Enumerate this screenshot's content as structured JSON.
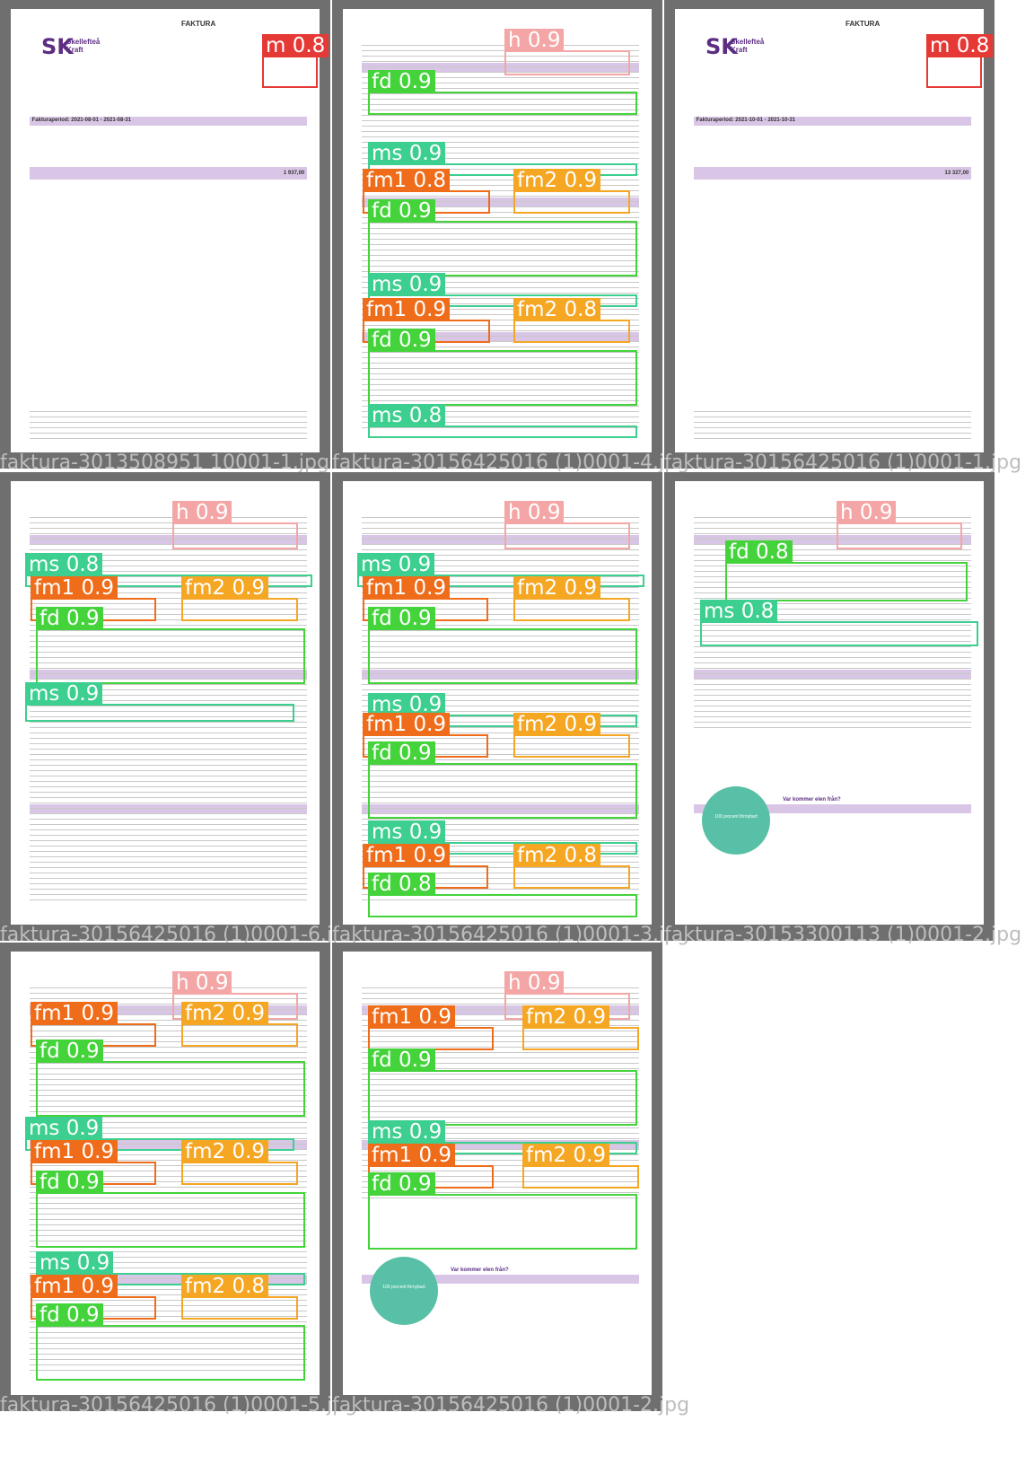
{
  "panels": [
    {
      "filename": "faktura-3013508951 10001-1.jpg",
      "type": "cover",
      "labels": [
        {
          "cls": "m",
          "text": "m 0.8"
        }
      ],
      "heading": "FAKTURA",
      "logo_text": "Skellefteå Kraft",
      "period": "Fakturaperiod: 2021-08-01 - 2021-08-31",
      "totals": "1 937,00"
    },
    {
      "filename": "faktura-30156425016 (1)0001-4.jpg",
      "type": "detail",
      "labels": [
        {
          "cls": "h",
          "text": "h 0.9"
        },
        {
          "cls": "fd",
          "text": "fd 0.9"
        },
        {
          "cls": "ms",
          "text": "ms 0.9"
        },
        {
          "cls": "fm1",
          "text": "fm1 0.8"
        },
        {
          "cls": "fm2",
          "text": "fm2 0.9"
        },
        {
          "cls": "fd",
          "text": "fd 0.9"
        },
        {
          "cls": "ms",
          "text": "ms 0.9"
        },
        {
          "cls": "fm1",
          "text": "fm1 0.9"
        },
        {
          "cls": "fm2",
          "text": "fm2 0.8"
        },
        {
          "cls": "fd",
          "text": "fd 0.9"
        },
        {
          "cls": "ms",
          "text": "ms 0.8"
        }
      ]
    },
    {
      "filename": "faktura-30156425016 (1)0001-1.jpg",
      "type": "cover",
      "labels": [
        {
          "cls": "m",
          "text": "m 0.8"
        }
      ],
      "heading": "FAKTURA",
      "logo_text": "Skellefteå Kraft",
      "period": "Fakturaperiod: 2021-10-01 - 2021-10-31",
      "totals": "13 327,00"
    },
    {
      "filename": "faktura-30156425016 (1)0001-6.jpg",
      "type": "detail",
      "labels": [
        {
          "cls": "h",
          "text": "h 0.9"
        },
        {
          "cls": "ms",
          "text": "ms 0.8"
        },
        {
          "cls": "fm1",
          "text": "fm1 0.9"
        },
        {
          "cls": "fm2",
          "text": "fm2 0.9"
        },
        {
          "cls": "fd",
          "text": "fd 0.9"
        },
        {
          "cls": "ms",
          "text": "ms 0.9"
        }
      ]
    },
    {
      "filename": "faktura-30156425016 (1)0001-3.jpg",
      "type": "detail",
      "labels": [
        {
          "cls": "h",
          "text": "h 0.9"
        },
        {
          "cls": "ms",
          "text": "ms 0.9"
        },
        {
          "cls": "fm1",
          "text": "fm1 0.9"
        },
        {
          "cls": "fm2",
          "text": "fm2 0.9"
        },
        {
          "cls": "fd",
          "text": "fd 0.9"
        },
        {
          "cls": "ms",
          "text": "ms 0.9"
        },
        {
          "cls": "fm1",
          "text": "fm1 0.9"
        },
        {
          "cls": "fm2",
          "text": "fm2 0.9"
        },
        {
          "cls": "fd",
          "text": "fd 0.9"
        },
        {
          "cls": "ms",
          "text": "ms 0.9"
        },
        {
          "cls": "fm1",
          "text": "fm1 0.9"
        },
        {
          "cls": "fm2",
          "text": "fm2 0.8"
        },
        {
          "cls": "fd",
          "text": "fd 0.8"
        }
      ]
    },
    {
      "filename": "faktura-30153300113 (1)0001-2.jpg",
      "type": "final",
      "labels": [
        {
          "cls": "h",
          "text": "h 0.9"
        },
        {
          "cls": "fd",
          "text": "fd 0.8"
        },
        {
          "cls": "ms",
          "text": "ms 0.8"
        }
      ],
      "circle_text": "100 procent förnybart",
      "info_title": "Var kommer elen från?"
    },
    {
      "filename": "faktura-30156425016 (1)0001-5.jpg",
      "type": "detail",
      "labels": [
        {
          "cls": "h",
          "text": "h 0.9"
        },
        {
          "cls": "fm1",
          "text": "fm1 0.9"
        },
        {
          "cls": "fm2",
          "text": "fm2 0.9"
        },
        {
          "cls": "fd",
          "text": "fd 0.9"
        },
        {
          "cls": "ms",
          "text": "ms 0.9"
        },
        {
          "cls": "fm1",
          "text": "fm1 0.9"
        },
        {
          "cls": "fm2",
          "text": "fm2 0.9"
        },
        {
          "cls": "fd",
          "text": "fd 0.9"
        },
        {
          "cls": "ms",
          "text": "ms 0.9"
        },
        {
          "cls": "fm1",
          "text": "fm1 0.9"
        },
        {
          "cls": "fm2",
          "text": "fm2 0.8"
        },
        {
          "cls": "fd",
          "text": "fd 0.9"
        }
      ]
    },
    {
      "filename": "faktura-30156425016 (1)0001-2.jpg",
      "type": "final",
      "labels": [
        {
          "cls": "h",
          "text": "h 0.9"
        },
        {
          "cls": "fm1",
          "text": "fm1 0.9"
        },
        {
          "cls": "fm2",
          "text": "fm2 0.9"
        },
        {
          "cls": "fd",
          "text": "fd 0.9"
        },
        {
          "cls": "ms",
          "text": "ms 0.9"
        },
        {
          "cls": "fm1",
          "text": "fm1 0.9"
        },
        {
          "cls": "fm2",
          "text": "fm2 0.9"
        },
        {
          "cls": "fd",
          "text": "fd 0.9"
        }
      ],
      "circle_text": "100 procent förnybart",
      "info_title": "Var kommer elen från?"
    }
  ]
}
